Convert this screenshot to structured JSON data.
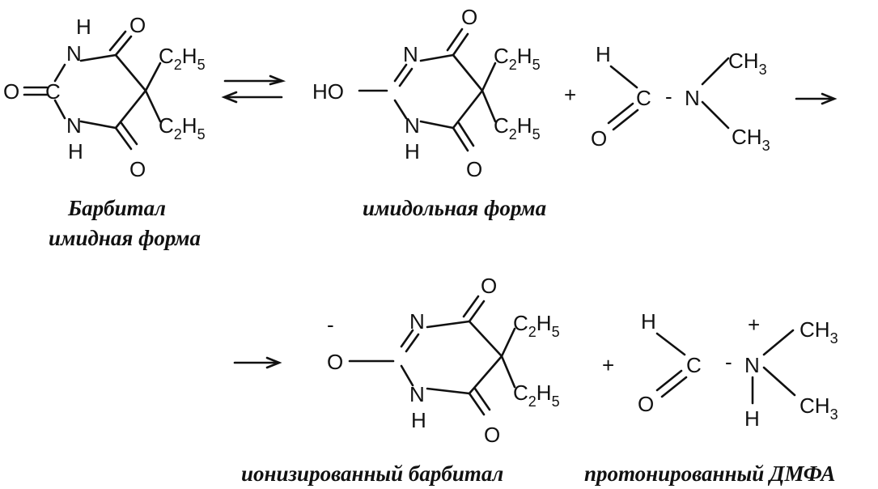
{
  "atoms": {
    "O": "O",
    "N": "N",
    "H": "H",
    "C": "C",
    "HO": "HO",
    "C2H5": {
      "c": "C",
      "n2": "2",
      "h": "H",
      "n5": "5"
    },
    "CH3": {
      "ch": "CH",
      "n3": "3"
    }
  },
  "operators": {
    "plus": "+",
    "minus": "-",
    "dash": "-"
  },
  "captions": {
    "barbital": "Барбитал",
    "imide_form": "имидная форма",
    "imidol_form": "имидольная форма",
    "ionized_barbital": "ионизированный барбитал",
    "protonated_dmfa": "протонированный ДМФА"
  }
}
